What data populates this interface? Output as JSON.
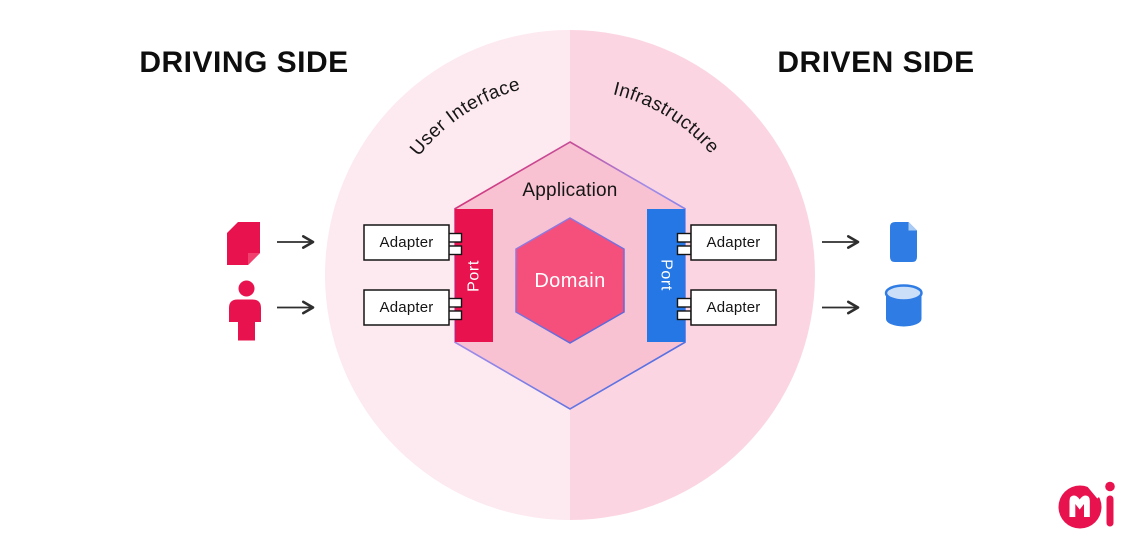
{
  "titles": {
    "driving": "DRIVING SIDE",
    "driven": "DRIVEN SIDE"
  },
  "ring": {
    "left": "User Interface",
    "right": "Infrastructure"
  },
  "hexagon": {
    "outer": "Application",
    "inner": "Domain"
  },
  "ports": {
    "left": "Port",
    "right": "Port"
  },
  "adapters": {
    "left": [
      "Adapter",
      "Adapter"
    ],
    "right": [
      "Adapter",
      "Adapter"
    ]
  },
  "icons": {
    "left": [
      "app-icon",
      "user-icon"
    ],
    "right": [
      "document-icon",
      "database-icon"
    ],
    "logo": "cmi-brand-logo-icon"
  },
  "colors": {
    "crimson": "#E8134E",
    "crimson_light": "#F2406E",
    "blue": "#2577E6",
    "blue_icon": "#2E7CE4",
    "blue_light": "#A9CBF4",
    "domain_pink": "#F4507B",
    "hex_pink": "#F8C2D2",
    "circle_left": "#FDE9F0",
    "circle_right": "#FBD6E2",
    "gradient_purple": "#A18CE8",
    "gradient_blue": "#3C66E0",
    "arrow_dark": "#2E2E2E",
    "text_dark": "#0E0E0E"
  }
}
